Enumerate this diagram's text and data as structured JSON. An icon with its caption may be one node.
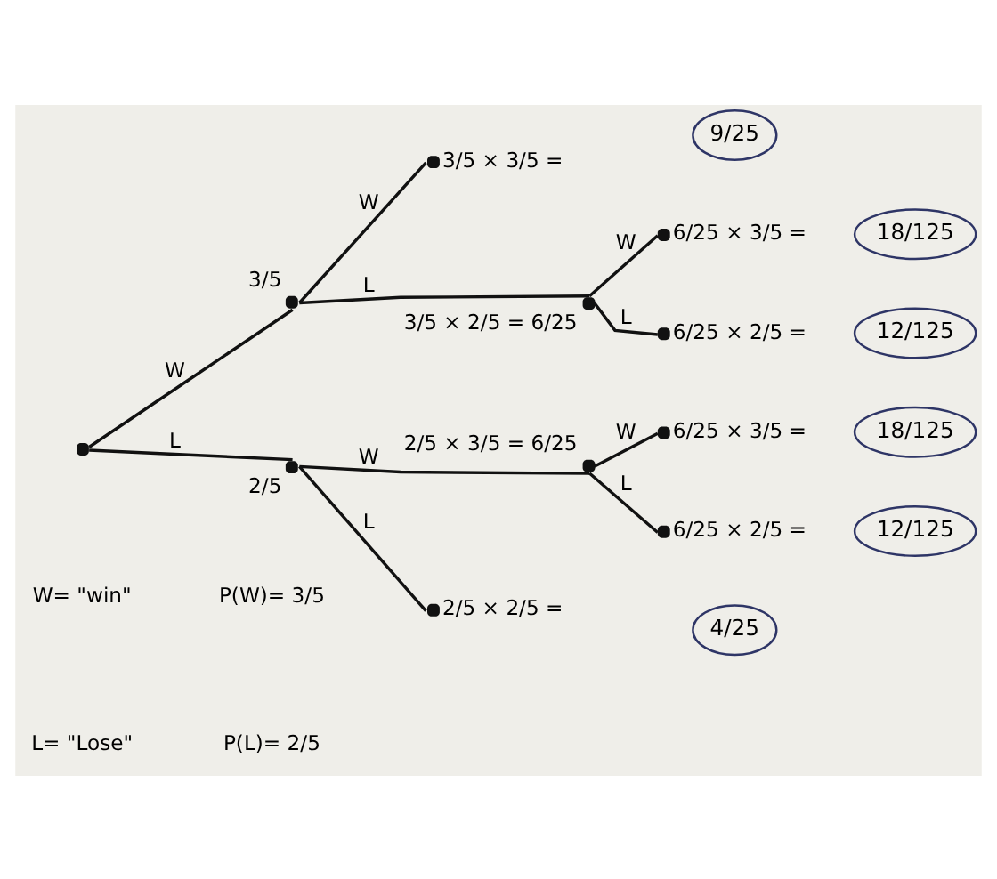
{
  "diagram": {
    "nodes": [
      {
        "text": [],
        "shape": "circle"
      },
      {
        "text": [],
        "shape": "circle",
        "beside": [
          "3/5"
        ]
      },
      {
        "text": [],
        "shape": "circle",
        "beside": [
          "3/5 × 3/5 ="
        ]
      },
      {
        "text": [
          "9/25"
        ]
      },
      {
        "text": [],
        "shape": "circle",
        "beside": [
          "3/5 × 2/5 = 6/25"
        ]
      },
      {
        "text": [],
        "shape": "circle",
        "beside": [
          "6/25 × 3/5 ="
        ]
      },
      {
        "text": [
          "18/125"
        ]
      },
      {
        "text": [],
        "shape": "circle",
        "beside": [
          "6/25 × 2/5 ="
        ]
      },
      {
        "text": [
          "12/125"
        ]
      },
      {
        "text": [],
        "shape": "circle",
        "beside": [
          "2/5"
        ]
      },
      {
        "text": [],
        "shape": "circle",
        "beside": [
          "2/5 × 3/5 = 6/25"
        ]
      },
      {
        "text": [],
        "shape": "circle",
        "beside": [
          "6/25 × 3/5 ="
        ]
      },
      {
        "text": [
          "18/125"
        ]
      },
      {
        "text": [],
        "shape": "circle",
        "beside": [
          "6/25 × 2/5 ="
        ]
      },
      {
        "text": [
          "12/125"
        ]
      },
      {
        "text": [],
        "shape": "circle",
        "beside": [
          "2/5 × 2/5 ="
        ]
      },
      {
        "text": [
          "4/25"
        ]
      }
    ],
    "edges": [
      {
        "from": 0,
        "to": 1,
        "arrow": "none",
        "label": "W"
      },
      {
        "from": 0,
        "to": 9,
        "arrow": "none",
        "label": "L"
      },
      {
        "from": 1,
        "to": 2,
        "arrow": "none",
        "label": "W"
      },
      {
        "from": 1,
        "to": 4,
        "arrow": "none",
        "label": "L"
      },
      {
        "from": 4,
        "to": 5,
        "arrow": "none",
        "label": "W"
      },
      {
        "from": 4,
        "to": 7,
        "arrow": "none",
        "label": "L"
      },
      {
        "from": 9,
        "to": 10,
        "arrow": "none",
        "label": "W"
      },
      {
        "from": 9,
        "to": 15,
        "arrow": "none",
        "label": "L"
      },
      {
        "from": 10,
        "to": 11,
        "arrow": "none",
        "label": "W"
      },
      {
        "from": 10,
        "to": 13,
        "arrow": "none",
        "label": "L"
      }
    ],
    "labels": [
      "W= \"win\"",
      "P(W)= 3/5",
      "L= \"Lose\"",
      "P(L)= 2/5"
    ]
  }
}
